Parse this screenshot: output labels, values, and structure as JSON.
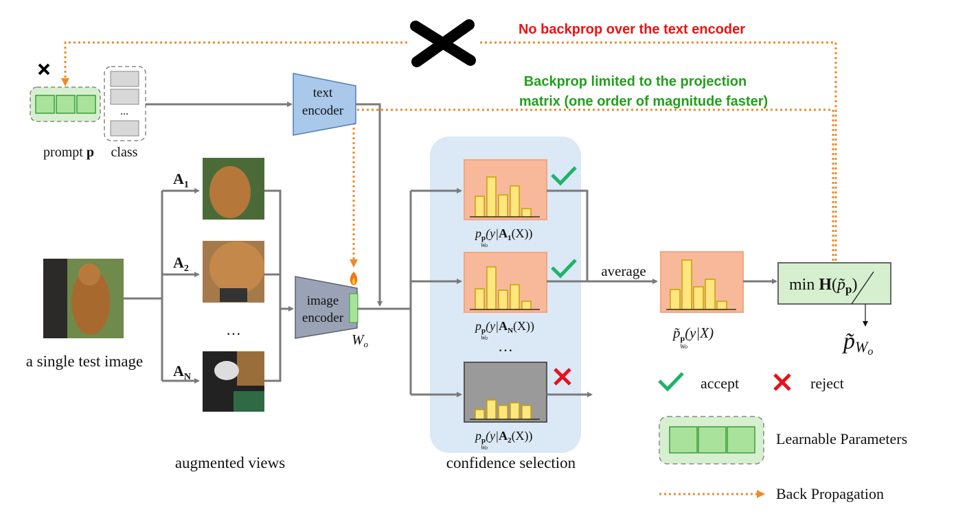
{
  "annotations": {
    "no_backprop": "No backprop over the text encoder",
    "backprop_limited_line1": "Backprop limited to the projection",
    "backprop_limited_line2": "matrix (one order of magnitude faster)"
  },
  "inputs": {
    "prompt_label": "prompt",
    "prompt_symbol": "p",
    "class_label": "class",
    "class_ellipsis": "...",
    "test_image_label": "a single test image"
  },
  "encoders": {
    "text_line1": "text",
    "text_line2": "encoder",
    "image_line1": "image",
    "image_line2": "encoder",
    "projection_symbol": "W",
    "projection_sub": "o"
  },
  "augmentations": {
    "labels": [
      {
        "main": "A",
        "sub": "1"
      },
      {
        "main": "A",
        "sub": "2"
      },
      {
        "main": "A",
        "sub": "N"
      }
    ],
    "ellipsis": "…",
    "caption": "augmented views"
  },
  "confidence": {
    "predictions": [
      {
        "p": "p",
        "sub": "p",
        "subsub": "W",
        "subsubo": "o",
        "pre": "(y|",
        "A": "A",
        "Asub": "1",
        "post": "(X))",
        "status": "accept"
      },
      {
        "p": "p",
        "sub": "p",
        "subsub": "W",
        "subsubo": "o",
        "pre": "(y|",
        "A": "A",
        "Asub": "N",
        "post": "(X))",
        "status": "accept"
      },
      {
        "p": "p",
        "sub": "p",
        "subsub": "W",
        "subsubo": "o",
        "pre": "(y|",
        "A": "A",
        "Asub": "2",
        "post": "(X))",
        "status": "reject"
      }
    ],
    "ellipsis": "…",
    "caption": "confidence selection"
  },
  "average": {
    "label": "average",
    "formula_p": "p̃",
    "formula_sub": "p",
    "formula_subsub": "W",
    "formula_subsubo": "o",
    "formula_rest": "(y|X)"
  },
  "objective": {
    "min": "min",
    "H": "H",
    "open": "(",
    "p": "p̃",
    "sub": "p",
    "close": ")",
    "result_p": "p̃",
    "result_sub": "W",
    "result_subo": "o"
  },
  "legend": {
    "accept": "accept",
    "reject": "reject",
    "learnable": "Learnable Parameters",
    "backprop": "Back Propagation"
  },
  "colors": {
    "backprop": "#f08a24",
    "no_backprop_text": "#ee1111",
    "limited_text": "#22a01c",
    "accept": "#1db36a",
    "reject": "#e8101c",
    "learnable_fill": "#a9e29a",
    "prediction_box": "#f7b99a",
    "rejected_box": "#9a9a9a",
    "selection_region": "#dbe8f5",
    "text_encoder": "#a9c8ea",
    "image_encoder": "#9aa3b5"
  }
}
